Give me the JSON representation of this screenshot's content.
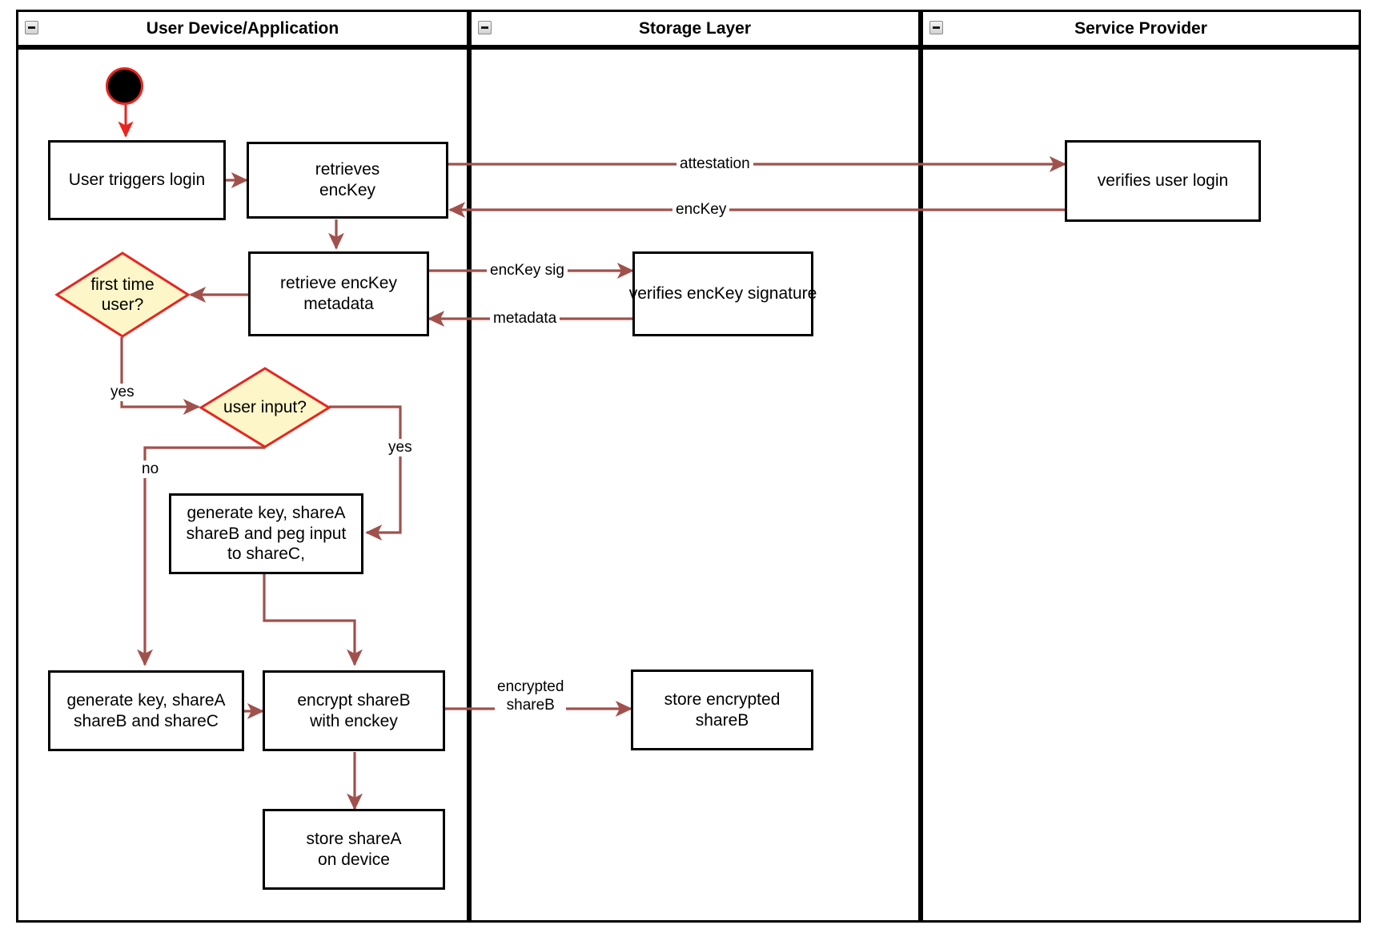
{
  "diagram": {
    "type": "uml-activity-swimlane",
    "title": "Login / key-share provisioning activity diagram",
    "connector_color": "#a0514c",
    "decision_fill": "#fdf6c8",
    "decision_stroke": "#e8251f",
    "start_node_fill": "#000000",
    "start_node_stroke": "#e8251f",
    "node_stroke": "#000000"
  },
  "lanes": [
    {
      "id": "lane-user-device",
      "title": "User Device/Application",
      "collapse_icon": "collapse-minus-icon"
    },
    {
      "id": "lane-storage",
      "title": "Storage Layer",
      "collapse_icon": "collapse-minus-icon"
    },
    {
      "id": "lane-service-provider",
      "title": "Service Provider",
      "collapse_icon": "collapse-minus-icon"
    }
  ],
  "nodes": {
    "start": {
      "kind": "initial-node",
      "label": ""
    },
    "user_triggers_login": {
      "kind": "action",
      "label": "User triggers login",
      "lane": "lane-user-device"
    },
    "retrieves_enckey": {
      "kind": "action",
      "label": "retrieves\nencKey",
      "lane": "lane-user-device"
    },
    "verifies_user_login": {
      "kind": "action",
      "label": "verifies user login",
      "lane": "lane-service-provider"
    },
    "retrieve_enckey_metadata": {
      "kind": "action",
      "label": "retrieve encKey\nmetadata",
      "lane": "lane-user-device"
    },
    "verifies_enckey_signature": {
      "kind": "action",
      "label": "verifies encKey signature",
      "lane": "lane-storage"
    },
    "first_time_user": {
      "kind": "decision",
      "label": "first time\nuser?",
      "lane": "lane-user-device"
    },
    "user_input": {
      "kind": "decision",
      "label": "user input?",
      "lane": "lane-user-device"
    },
    "generate_peg": {
      "kind": "action",
      "label": "generate key, shareA\nshareB and peg input\nto shareC,",
      "lane": "lane-user-device"
    },
    "generate_shares": {
      "kind": "action",
      "label": "generate key, shareA\nshareB and shareC",
      "lane": "lane-user-device"
    },
    "encrypt_shareb": {
      "kind": "action",
      "label": "encrypt shareB\nwith enckey",
      "lane": "lane-user-device"
    },
    "store_encrypted_shareb": {
      "kind": "action",
      "label": "store encrypted\nshareB",
      "lane": "lane-storage"
    },
    "store_sharea": {
      "kind": "action",
      "label": "store shareA\non device",
      "lane": "lane-user-device"
    }
  },
  "edge_labels": {
    "attestation": "attestation",
    "enckey": "encKey",
    "enckey_sig": "encKey sig",
    "metadata": "metadata",
    "first_time_yes": "yes",
    "user_input_yes": "yes",
    "user_input_no": "no",
    "encrypted_shareb": "encrypted\nshareB"
  },
  "edges": [
    {
      "from": "start",
      "to": "user_triggers_login",
      "label": ""
    },
    {
      "from": "user_triggers_login",
      "to": "retrieves_enckey",
      "label": ""
    },
    {
      "from": "retrieves_enckey",
      "to": "verifies_user_login",
      "label": "attestation"
    },
    {
      "from": "verifies_user_login",
      "to": "retrieves_enckey",
      "label": "encKey"
    },
    {
      "from": "retrieves_enckey",
      "to": "retrieve_enckey_metadata",
      "label": ""
    },
    {
      "from": "retrieve_enckey_metadata",
      "to": "verifies_enckey_signature",
      "label": "encKey sig"
    },
    {
      "from": "verifies_enckey_signature",
      "to": "retrieve_enckey_metadata",
      "label": "metadata"
    },
    {
      "from": "retrieve_enckey_metadata",
      "to": "first_time_user",
      "label": ""
    },
    {
      "from": "first_time_user",
      "to": "user_input",
      "label": "yes"
    },
    {
      "from": "user_input",
      "to": "generate_peg",
      "label": "yes"
    },
    {
      "from": "user_input",
      "to": "generate_shares",
      "label": "no"
    },
    {
      "from": "generate_peg",
      "to": "encrypt_shareb",
      "label": ""
    },
    {
      "from": "generate_shares",
      "to": "encrypt_shareb",
      "label": ""
    },
    {
      "from": "encrypt_shareb",
      "to": "store_encrypted_shareb",
      "label": "encrypted shareB"
    },
    {
      "from": "encrypt_shareb",
      "to": "store_sharea",
      "label": ""
    }
  ]
}
